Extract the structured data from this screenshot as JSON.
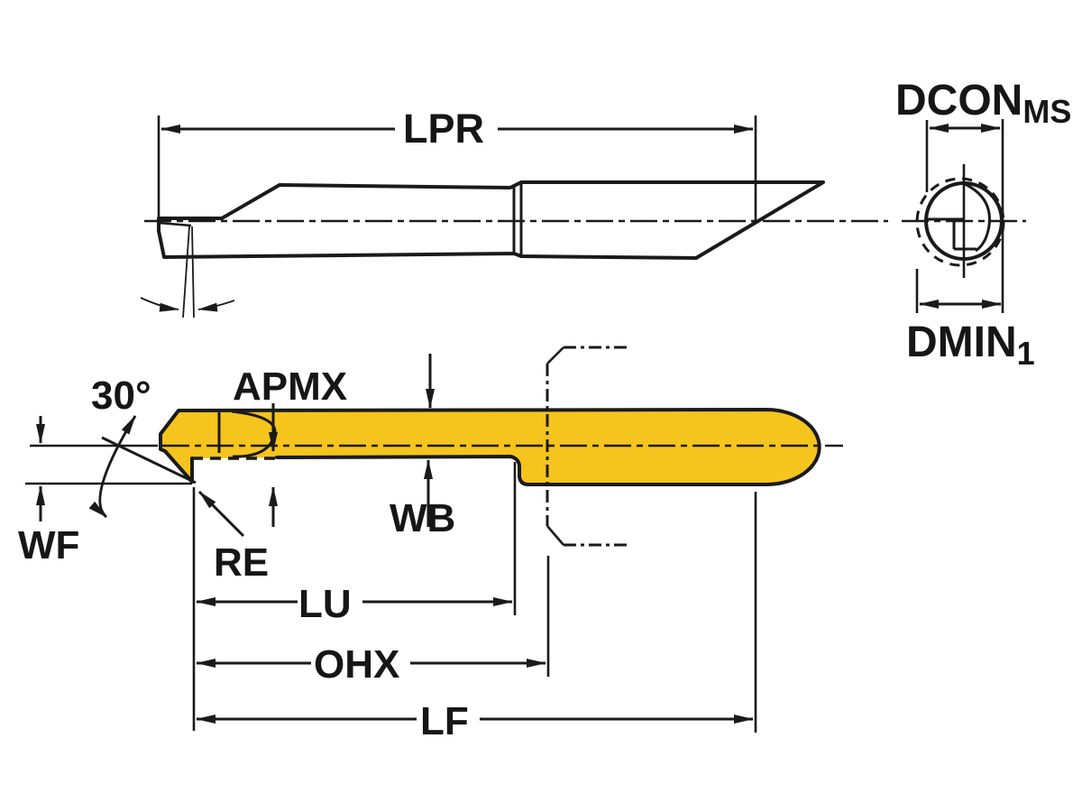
{
  "drawing": {
    "title": "Turning tool dimensional drawing",
    "views": {
      "side_view": {
        "name": "side-view-shank",
        "dimension_labels": {
          "lpr": "LPR"
        }
      },
      "end_view": {
        "name": "end-view-insert",
        "dimension_labels": {
          "dcon": "DCON",
          "dcon_sub": "MS",
          "dmin": "DMIN",
          "dmin_sub": "1"
        }
      },
      "detail_view": {
        "name": "side-view-cutting-head",
        "dimension_labels": {
          "angle": "30°",
          "apmx": "APMX",
          "wf": "WF",
          "re": "RE",
          "wb": "WB",
          "lu": "LU",
          "ohx": "OHX",
          "lf": "LF"
        }
      }
    },
    "colors": {
      "tool_fill": "#F5C41D",
      "line": "#1A1A1A",
      "background": "#FFFFFF"
    }
  }
}
